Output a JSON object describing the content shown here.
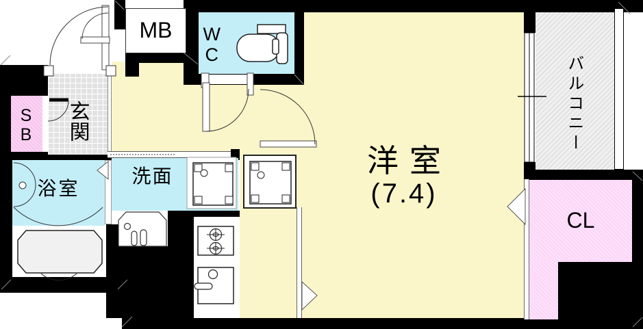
{
  "floorplan": {
    "rooms": {
      "entrance": {
        "label": "玄関"
      },
      "shoe_box": {
        "label": "SB"
      },
      "meter_box": {
        "label": "MB"
      },
      "toilet_room": {
        "label": "WC"
      },
      "bathroom": {
        "label": "浴室"
      },
      "washroom": {
        "label": "洗面"
      },
      "western_room": {
        "label": "洋室",
        "size_tatami": "(7.4)"
      },
      "balcony": {
        "label": "バルコニー"
      },
      "closet": {
        "label": "CL"
      }
    },
    "colors": {
      "wall": "#000000",
      "room_floor": "#FAF6C9",
      "wet_area": "#C3EEF8",
      "shoe_box_pink": "#F8C6EF",
      "closet_pink": "#FBD7F8",
      "entrance_tile": "#E2E2E2",
      "balcony_hatch": "#F0F0F0"
    }
  }
}
